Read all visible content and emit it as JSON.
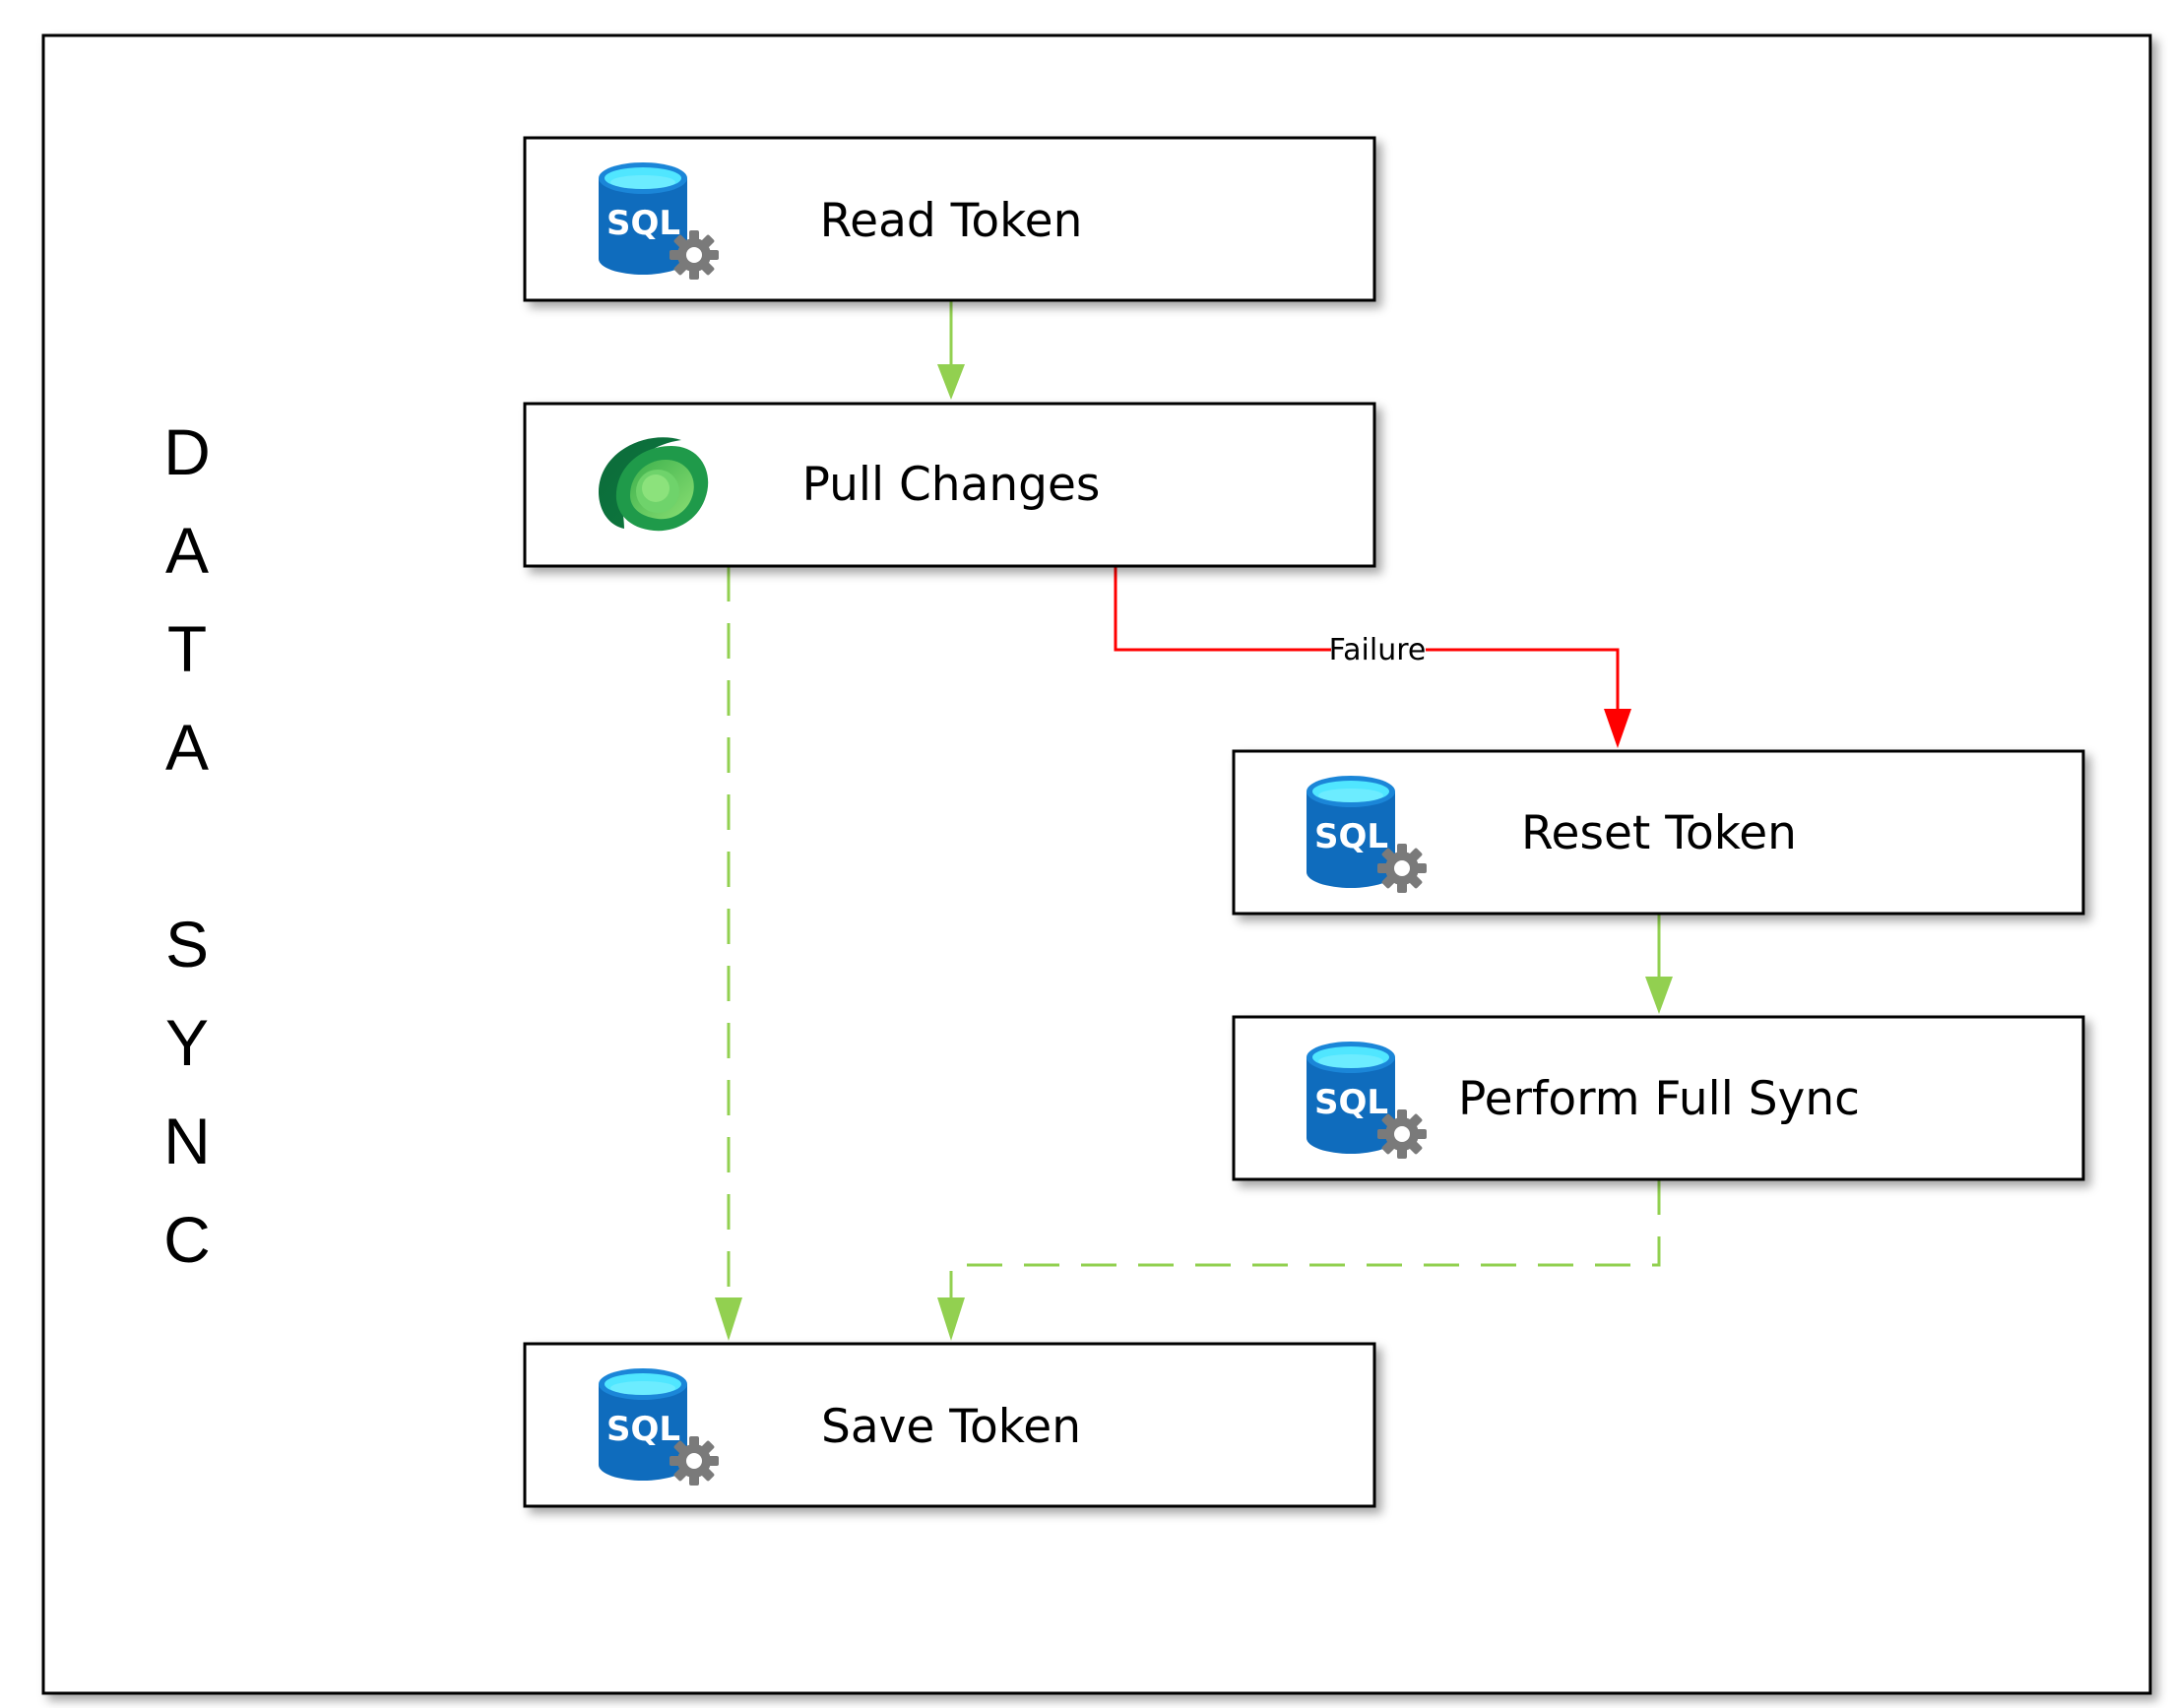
{
  "title_letters": [
    "D",
    "A",
    "T",
    "A",
    "",
    "S",
    "Y",
    "N",
    "C"
  ],
  "steps": [
    {
      "id": "read-token",
      "label": "Read Token",
      "icon": "sql-database-icon"
    },
    {
      "id": "pull-changes",
      "label": "Pull Changes",
      "icon": "dataverse-icon"
    },
    {
      "id": "reset-token",
      "label": "Reset Token",
      "icon": "sql-database-icon"
    },
    {
      "id": "perform-full-sync",
      "label": "Perform Full Sync",
      "icon": "sql-database-icon"
    },
    {
      "id": "save-token",
      "label": "Save Token",
      "icon": "sql-database-icon"
    }
  ],
  "icon_text": {
    "sql": "SQL"
  },
  "edges": [
    {
      "from": "read-token",
      "to": "pull-changes",
      "style": "solid",
      "color": "#92D050",
      "label": ""
    },
    {
      "from": "pull-changes",
      "to": "reset-token",
      "style": "solid",
      "color": "#FF0000",
      "label": "Failure"
    },
    {
      "from": "reset-token",
      "to": "perform-full-sync",
      "style": "solid",
      "color": "#92D050",
      "label": ""
    },
    {
      "from": "pull-changes",
      "to": "save-token",
      "style": "dashed",
      "color": "#92D050",
      "label": ""
    },
    {
      "from": "perform-full-sync",
      "to": "save-token",
      "style": "dashed",
      "color": "#92D050",
      "label": ""
    }
  ],
  "colors": {
    "success": "#92D050",
    "failure": "#FF0000",
    "sql_blue": "#0F6CBD",
    "sql_top": "#50E6FF",
    "gear": "#7A7A7A",
    "dataverse_dark": "#0B6A3A",
    "dataverse_light": "#6FD36B"
  }
}
